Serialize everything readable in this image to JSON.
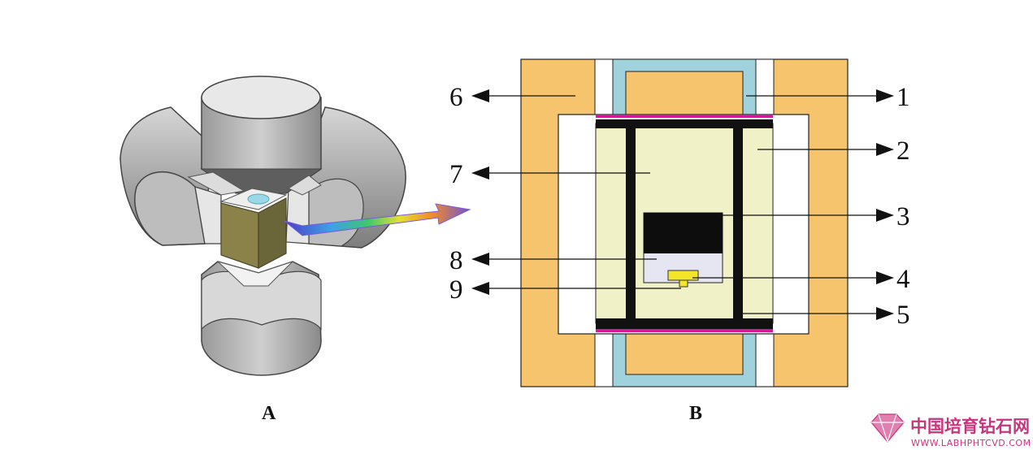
{
  "panels": {
    "left": "A",
    "right": "B"
  },
  "labels": {
    "l1": "1",
    "l2": "2",
    "l3": "3",
    "l4": "4",
    "l5": "5",
    "l6": "6",
    "l7": "7",
    "l8": "8",
    "l9": "9"
  },
  "watermark": {
    "cn": "中国培育钻石网",
    "en": "WWW.LABHPHTCVD.COM"
  },
  "colors": {
    "outer_orange": "#f6c46c",
    "white_sleeve": "#ffffff",
    "blue_tube": "#9fd2dc",
    "cream_core": "#f1f1c8",
    "black_parts": "#111111",
    "magenta_disc": "#d4189c",
    "sample_box": "#e6e6f2",
    "yellow_seed": "#f3e52a",
    "cube_olive": "#7c7544",
    "anvil_gray": "#8c8c8c",
    "watermark": "#c8357d"
  }
}
